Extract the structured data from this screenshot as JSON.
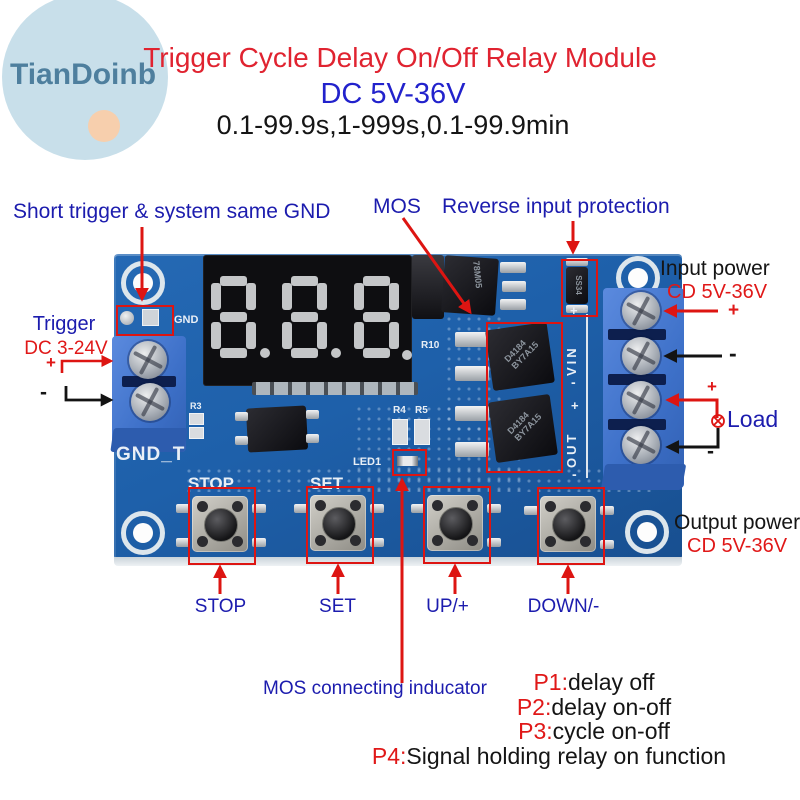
{
  "logo": {
    "brand": "TianDoinb"
  },
  "header": {
    "title": "Trigger Cycle Delay On/Off Relay Module",
    "subtitle": "DC 5V-36V",
    "range": "0.1-99.9s,1-999s,0.1-99.9min"
  },
  "signs": {
    "plus": "+",
    "minus": "-"
  },
  "annotations": {
    "short_trigger": "Short trigger & system same GND",
    "mos": "MOS",
    "reverse": "Reverse input protection",
    "input_power": {
      "line1": "Input power",
      "line2": "CD 5V-36V"
    },
    "trigger": {
      "line1": "Trigger",
      "line2": "DC 3-24V"
    },
    "load": "Load",
    "output_power": {
      "line1": "Output power",
      "line2": "CD 5V-36V"
    },
    "buttons": [
      "STOP",
      "SET",
      "UP/+",
      "DOWN/-"
    ],
    "led_note": "MOS connecting inducator",
    "modes": [
      {
        "k": "P1:",
        "t": "delay off"
      },
      {
        "k": "P2:",
        "t": "delay on-off"
      },
      {
        "k": "P3:",
        "t": "cycle on-off"
      },
      {
        "k": "P4:",
        "t": "Signal holding relay on function"
      }
    ]
  },
  "board": {
    "silkscreen": {
      "gnd": "GND",
      "gnd_t": "GND_T",
      "stop": "STOP",
      "set": "SET",
      "r3": "R3",
      "r10": "R10",
      "r4": "R4",
      "r5": "R5",
      "led1": "LED1",
      "vin": "VIN",
      "out": "OUT"
    },
    "chips": {
      "regulator": "78M05",
      "diode": "SS34",
      "mos_line1": "D4184",
      "mos_line2": "BY7A15"
    },
    "display_digits": "888"
  },
  "colors": {
    "pcb_blue": "#1f63ad",
    "terminal_blue": "#4578d2",
    "annotation_red": "#dd1512",
    "annotation_blue": "#1c1cae",
    "title_red": "#e02330",
    "value_red": "#e01818",
    "text_black": "#151515",
    "logo_bg": "#c8dfea",
    "logo_text": "#4e7f9e",
    "silkscreen_white": "#e9eff6"
  }
}
